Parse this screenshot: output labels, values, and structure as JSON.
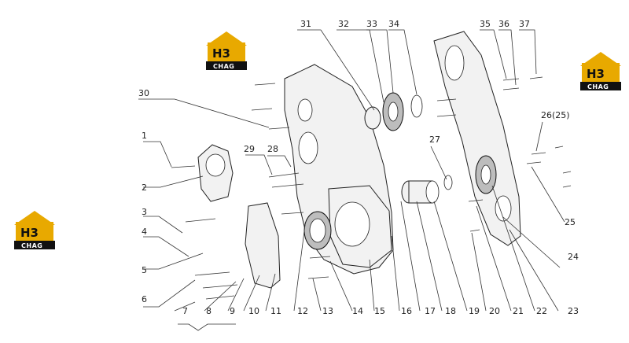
{
  "logos": [
    {
      "top": "H3",
      "bottom": "CHAG"
    },
    {
      "top": "H3",
      "bottom": "CHAG"
    },
    {
      "top": "H3",
      "bottom": "CHAG"
    }
  ],
  "callouts": {
    "c1": "1",
    "c2": "2",
    "c3": "3",
    "c4": "4",
    "c5": "5",
    "c6": "6",
    "c7": "7",
    "c8": "8",
    "c9": "9",
    "c10": "10",
    "c11": "11",
    "c12": "12",
    "c13": "13",
    "c14": "14",
    "c15": "15",
    "c16": "16",
    "c17": "17",
    "c18": "18",
    "c19": "19",
    "c20": "20",
    "c21": "21",
    "c22": "22",
    "c23": "23",
    "c24": "24",
    "c25": "25",
    "c26": "26(25)",
    "c27": "27",
    "c28": "28",
    "c29": "29",
    "c30": "30",
    "c31": "31",
    "c32": "32",
    "c33": "33",
    "c34": "34",
    "c35": "35",
    "c36": "36",
    "c37": "37"
  }
}
